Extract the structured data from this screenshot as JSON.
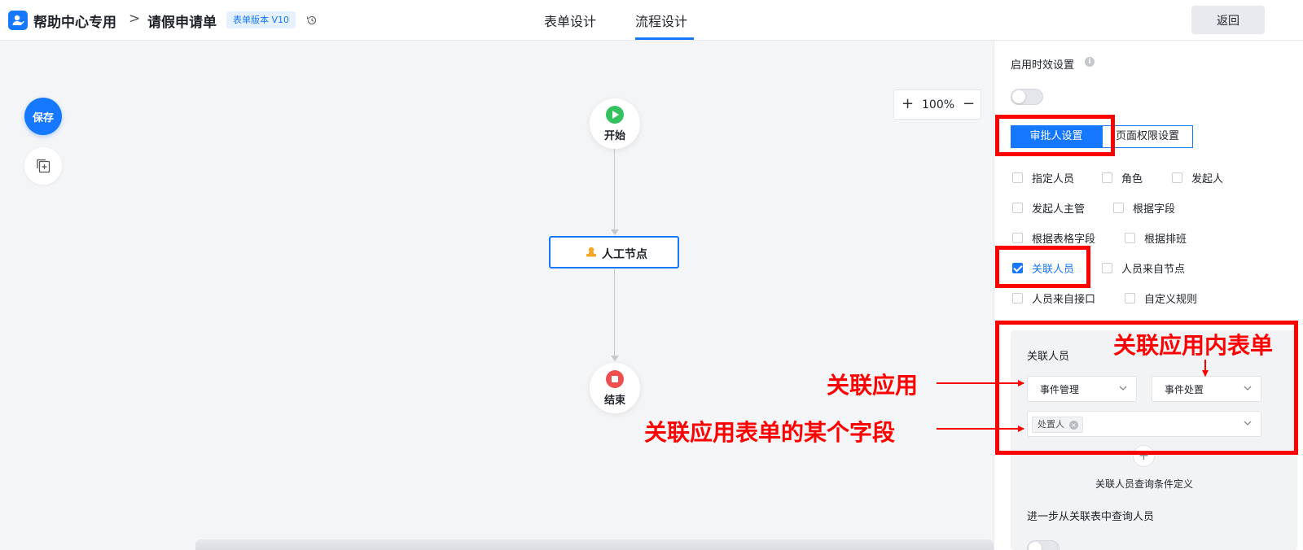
{
  "header": {
    "app_name": "帮助中心专用",
    "breadcrumb_sep": ">",
    "form_name": "请假申请单",
    "version_badge": "表单版本 V10",
    "tabs": [
      {
        "label": "表单设计",
        "active": false
      },
      {
        "label": "流程设计",
        "active": true
      }
    ],
    "back_label": "返回"
  },
  "canvas": {
    "save_label": "保存",
    "zoom_plus": "+",
    "zoom_value": "100%",
    "zoom_minus": "−",
    "nodes": {
      "start": "开始",
      "manual": "人工节点",
      "end": "结束"
    }
  },
  "panel": {
    "timeliness_label": "启用时效设置",
    "info_symbol": "i",
    "segments": {
      "approver": "审批人设置",
      "page_perm": "页面权限设置"
    },
    "options": [
      {
        "label": "指定人员",
        "checked": false
      },
      {
        "label": "角色",
        "checked": false
      },
      {
        "label": "发起人",
        "checked": false
      },
      {
        "label": "发起人主管",
        "checked": false
      },
      {
        "label": "根据字段",
        "checked": false
      },
      {
        "label": "根据表格字段",
        "checked": false
      },
      {
        "label": "根据排班",
        "checked": false
      },
      {
        "label": "关联人员",
        "checked": true
      },
      {
        "label": "人员来自节点",
        "checked": false
      },
      {
        "label": "人员来自接口",
        "checked": false
      },
      {
        "label": "自定义规则",
        "checked": false
      }
    ],
    "related": {
      "title": "关联人员",
      "app_select": "事件管理",
      "form_select": "事件处置",
      "field_tag": "处置人",
      "tag_remove": "×",
      "add_symbol": "+",
      "add_label": "关联人员查询条件定义",
      "further_label": "进一步从关联表中查询人员"
    }
  },
  "annotations": {
    "app_in_form": "关联应用内表单",
    "related_app": "关联应用",
    "field_of_form": "关联应用表单的某个字段",
    "color": "#ff0000"
  },
  "colors": {
    "accent": "#1677ff",
    "start_node": "#36c160",
    "end_node": "#ef4f4f"
  }
}
